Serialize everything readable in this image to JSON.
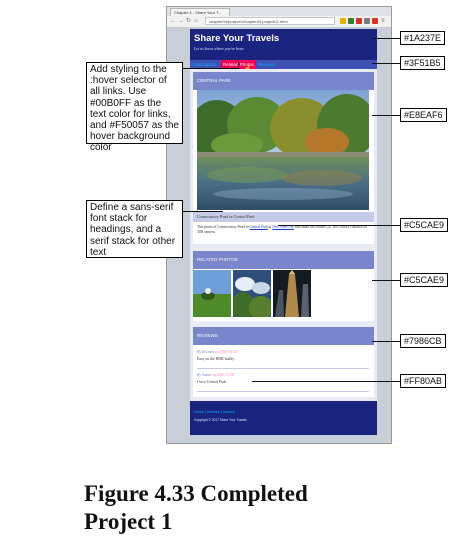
{
  "browser": {
    "tab_title": "Chapter 4 - Share Your T...",
    "address": "chapter04/project1/chapter04-project01.html",
    "nav_icons": [
      "back-icon",
      "forward-icon",
      "reload-icon",
      "home-icon"
    ],
    "extension_colors": [
      "#e3b200",
      "#3b7d2c",
      "#d93025",
      "#7a7a7a",
      "#d93025"
    ]
  },
  "site": {
    "title": "Share Your Travels",
    "tagline": "Let us know where you've been",
    "nav": [
      {
        "label": "Description",
        "state": "normal"
      },
      {
        "label": "Related Photos",
        "state": "hover"
      },
      {
        "label": "Reviews",
        "state": "normal"
      }
    ]
  },
  "main_card": {
    "heading": "CENTRAL PARK",
    "caption": "Conservatory Pond in Central Park",
    "description_pre": "This photo of Conservatory Pond in ",
    "link1": "Central Park",
    "description_mid": " in ",
    "link2": "New York City",
    "description_post": " was taken on October 22, 2015 with a Canon EOS 30D camera."
  },
  "related": {
    "heading": "RELATED PHOTOS"
  },
  "reviews": {
    "heading": "REVIEWS",
    "items": [
      {
        "name": "By Ricardo",
        "date": "on 2016-05-23",
        "text": "Easy on the HDR buddy."
      },
      {
        "name": "By Susan",
        "date": "on 2016-11-18",
        "text": "I love Central Park."
      }
    ]
  },
  "footer": {
    "links": "Home | Browse | Search",
    "copyright": "Copyright © 2017 Share Your Travels"
  },
  "annotations": {
    "note_hover": "Add styling to the :hover selector of all links. Use #00B0FF as the text color for links, and #F50057 as the hover background color",
    "note_fonts": "Define a sans-serif font stack for headings, and a serif stack for other text",
    "hex_labels": [
      "#1A237E",
      "#3F51B5",
      "#E8EAF6",
      "#C5CAE9",
      "#C5CAE9",
      "#7986CB",
      "#FF80AB"
    ]
  },
  "colors": {
    "header": "#1A237E",
    "nav": "#3F51B5",
    "content_bg": "#E8EAF6",
    "caption_bg": "#C5CAE9",
    "card_head": "#7986CB",
    "review_date": "#FF80AB",
    "link": "#00B0FF",
    "hover_bg": "#F50057"
  },
  "figure_caption": {
    "line1": "Figure 4.33 Completed",
    "line2": "Project 1"
  }
}
